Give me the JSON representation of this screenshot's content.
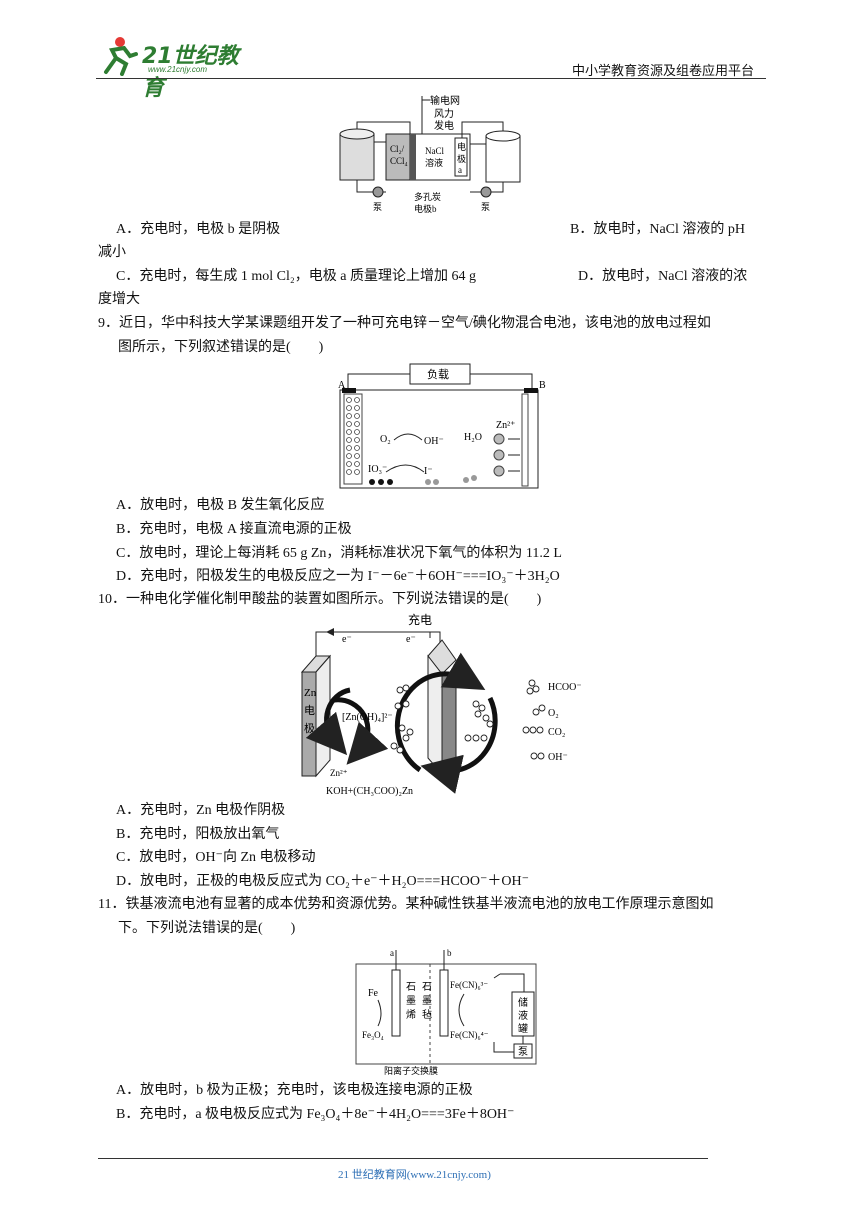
{
  "header": {
    "logo_brand": "21世纪教育",
    "logo_url": "www.21cnjy.com",
    "right_text": "中小学教育资源及组卷应用平台"
  },
  "fig8": {
    "label_grid": "输电网",
    "label_wind1": "风力",
    "label_wind2": "发电",
    "label_cl2_1": "Cl₂/",
    "label_cl2_2": "CCl₄",
    "label_nacl1": "NaCl",
    "label_nacl2": "溶液",
    "label_electrode_a1": "电",
    "label_electrode_a2": "极",
    "label_electrode_a3": "a",
    "label_pump_left": "泵",
    "label_pump_right": "泵",
    "label_porous1": "多孔炭",
    "label_porous2": "电极b"
  },
  "q8": {
    "optA": "A．充电时，电极 b 是阴极",
    "optB": "B．放电时，NaCl 溶液的 pH",
    "optB_cont": "减小",
    "optC": "C．充电时，每生成 1 mol Cl₂，电极 a 质量理论上增加 64 g",
    "optD": "D．放电时，NaCl 溶液的浓",
    "optD_cont": "度增大"
  },
  "q9": {
    "stem1": "9．近日，华中科技大学某课题组开发了一种可充电锌－空气/碘化物混合电池，该电池的放电过程如",
    "stem2": "图所示，下列叙述错误的是(　　)",
    "optA": "A．放电时，电极 B 发生氧化反应",
    "optB": "B．充电时，电极 A 接直流电源的正极",
    "optC": "C．放电时，理论上每消耗 65 g Zn，消耗标准状况下氧气的体积为 11.2 L",
    "optD": "D．充电时，阳极发生的电极反应之一为 I⁻－6e⁻＋6OH⁻===IO₃⁻＋3H₂O"
  },
  "fig9": {
    "load": "负载",
    "A": "A",
    "B": "B",
    "o2": "O₂",
    "oh": "OH⁻",
    "h2o": "H₂O",
    "zn2": "Zn²⁺",
    "io3": "IO₃⁻",
    "iminus": "I⁻"
  },
  "q10": {
    "stem": "10．一种电化学催化制甲酸盐的装置如图所示。下列说法错误的是(　　)",
    "optA": "A．充电时，Zn 电极作阴极",
    "optB": "B．充电时，阳极放出氧气",
    "optC": "C．放电时，OH⁻向 Zn 电极移动",
    "optD": "D．放电时，正极的电极反应式为 CO₂＋e⁻＋H₂O===HCOO⁻＋OH⁻"
  },
  "fig10": {
    "charge": "充电",
    "e1": "e⁻",
    "e2": "e⁻",
    "zn1": "Zn",
    "zn2": "电",
    "zn3": "极",
    "complex": "[Zn(OH)₄]²⁻",
    "zn2plus": "Zn²⁺",
    "electrolyte": "KOH+(CH₃COO)₂Zn",
    "leg_hcoo": "HCOO⁻",
    "leg_o2": "O₂",
    "leg_co2": "CO₂",
    "leg_oh": "OH⁻"
  },
  "q11": {
    "stem1": "11．铁基液流电池有显著的成本优势和资源优势。某种碱性铁基半液流电池的放电工作原理示意图如",
    "stem2": "下。下列说法错误的是(　　)",
    "optA": "A．放电时，b 极为正极；充电时，该电极连接电源的正极",
    "optB": "B．充电时，a 极电极反应式为 Fe₃O₄＋8e⁻＋4H₂O===3Fe＋8OH⁻"
  },
  "fig11": {
    "a": "a",
    "b": "b",
    "fe": "Fe",
    "fe3o4": "Fe₃O₄",
    "g1": "石",
    "g2": "墨",
    "g3": "烯",
    "f1": "石",
    "f2": "墨",
    "f3": "毡",
    "fecn1": "Fe(CN)₆³⁻",
    "fecn2": "Fe(CN)₆⁴⁻",
    "tank1": "储",
    "tank2": "液",
    "tank3": "罐",
    "pump": "泵",
    "membrane": "阳离子交换膜"
  },
  "footer": {
    "text": "21 世纪教育网(www.21cnjy.com)"
  }
}
